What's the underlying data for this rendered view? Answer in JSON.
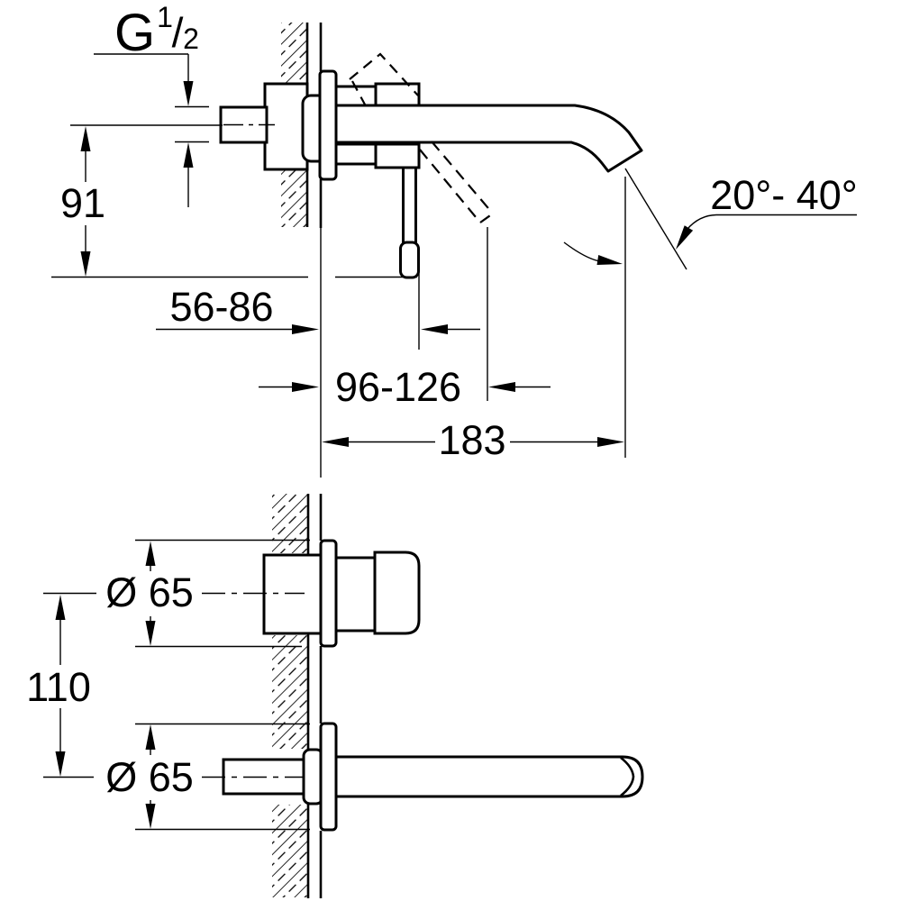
{
  "drawing": {
    "type": "technical-dimension-drawing",
    "ink_color": "#000000",
    "background_color": "#ffffff",
    "side_view": {
      "thread": {
        "g": "G",
        "numerator": "1",
        "slash": "/",
        "denominator": "2"
      },
      "dim_height_to_handle_tip": "91",
      "dim_wall_to_lever": "56-86",
      "dim_wall_to_lever_open": "96-126",
      "dim_spout_reach": "183",
      "dim_spout_angle": "20°- 40°"
    },
    "detail_view": {
      "dim_handle_escutcheon_diameter": "Ø 65",
      "dim_spout_escutcheon_diameter": "Ø 65",
      "dim_center_distance": "110"
    }
  }
}
